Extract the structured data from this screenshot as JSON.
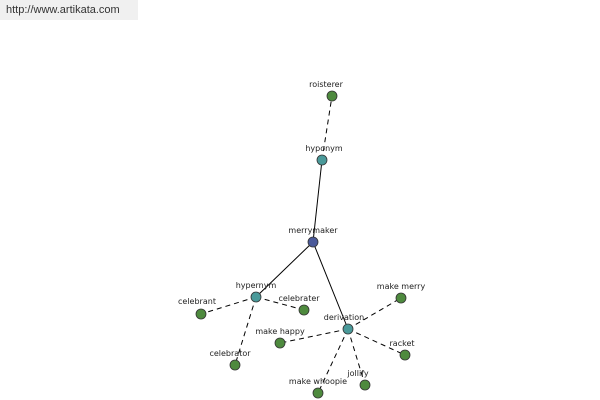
{
  "site": {
    "url": "http://www.artikata.com"
  },
  "colors": {
    "center": "#4b5a9a",
    "relation": "#4a9a9a",
    "leaf": "#4e8a3e",
    "outline": "#333333",
    "edge": "#000000"
  },
  "graph": {
    "center": {
      "id": "merrymaker",
      "label": "merrymaker"
    },
    "relations": [
      {
        "id": "hyponym",
        "label": "hyponym"
      },
      {
        "id": "hypernym",
        "label": "hypernym"
      },
      {
        "id": "derivation",
        "label": "derivation"
      }
    ],
    "leaves": [
      {
        "id": "roisterer",
        "label": "roisterer",
        "parent": "hyponym"
      },
      {
        "id": "celebrant",
        "label": "celebrant",
        "parent": "hypernym"
      },
      {
        "id": "celebrater",
        "label": "celebrater",
        "parent": "hypernym"
      },
      {
        "id": "celebrator",
        "label": "celebrator",
        "parent": "hypernym"
      },
      {
        "id": "make-merry",
        "label": "make merry",
        "parent": "derivation"
      },
      {
        "id": "make-happy",
        "label": "make happy",
        "parent": "derivation"
      },
      {
        "id": "racket",
        "label": "racket",
        "parent": "derivation"
      },
      {
        "id": "jollify",
        "label": "jollify",
        "parent": "derivation"
      },
      {
        "id": "make-whoopie",
        "label": "make whoopie",
        "parent": "derivation"
      }
    ]
  }
}
